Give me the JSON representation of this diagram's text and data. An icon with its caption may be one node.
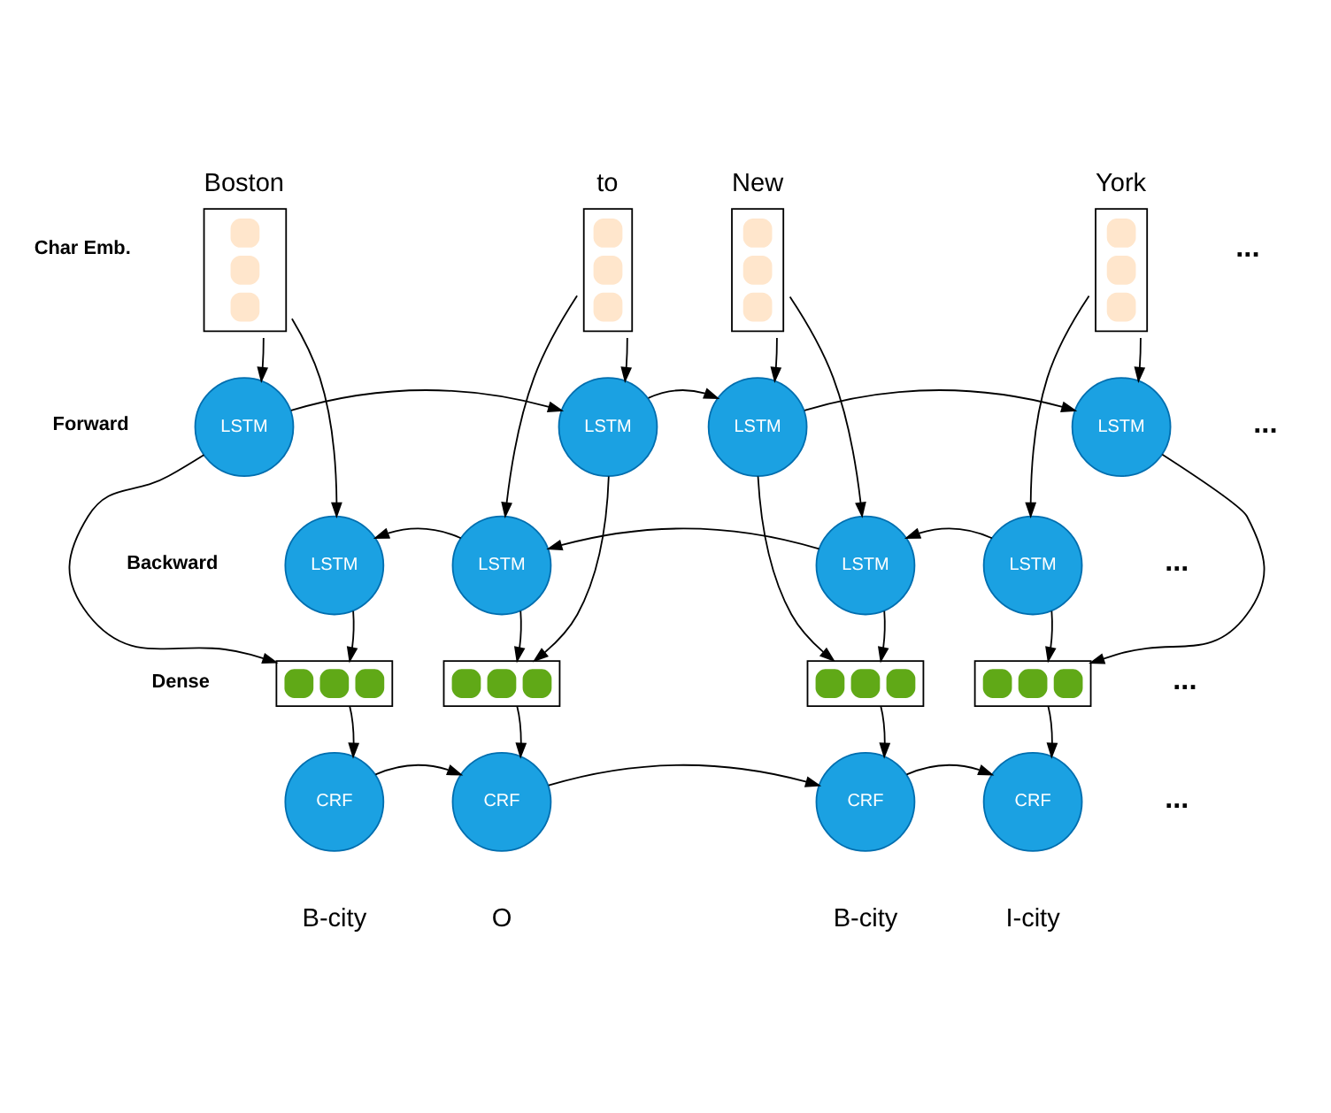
{
  "diagram": {
    "nodes": [
      {
        "text": [
          "Boston"
        ]
      },
      {
        "text": [
          "to"
        ]
      },
      {
        "text": [
          "New"
        ]
      },
      {
        "text": [
          "York"
        ]
      },
      {
        "text": [
          "LSTM"
        ]
      },
      {
        "text": [
          "LSTM"
        ]
      },
      {
        "text": [
          "LSTM"
        ]
      },
      {
        "text": [
          "LSTM"
        ]
      },
      {
        "text": [
          "LSTM"
        ]
      },
      {
        "text": [
          "LSTM"
        ]
      },
      {
        "text": [
          "LSTM"
        ]
      },
      {
        "text": [
          "LSTM"
        ]
      },
      {
        "text": [],
        "shape": "box"
      },
      {
        "text": [],
        "shape": "box"
      },
      {
        "text": [],
        "shape": "box"
      },
      {
        "text": [],
        "shape": "box"
      },
      {
        "text": [
          "CRF"
        ],
        "beside": [
          "B-city"
        ]
      },
      {
        "text": [
          "CRF"
        ],
        "beside": [
          "O"
        ]
      },
      {
        "text": [
          "CRF"
        ],
        "beside": [
          "B-city"
        ]
      },
      {
        "text": [
          "CRF"
        ],
        "beside": [
          "I-city"
        ]
      }
    ],
    "edges": [
      {
        "from": 0,
        "to": 4,
        "arrow": "to"
      },
      {
        "from": 0,
        "to": 8,
        "arrow": "to"
      },
      {
        "from": 1,
        "to": 5,
        "arrow": "to"
      },
      {
        "from": 1,
        "to": 9,
        "arrow": "to"
      },
      {
        "from": 2,
        "to": 6,
        "arrow": "to"
      },
      {
        "from": 2,
        "to": 10,
        "arrow": "to"
      },
      {
        "from": 3,
        "to": 7,
        "arrow": "to"
      },
      {
        "from": 3,
        "to": 11,
        "arrow": "to"
      },
      {
        "from": 4,
        "to": 5,
        "arrow": "to"
      },
      {
        "from": 5,
        "to": 6,
        "arrow": "to"
      },
      {
        "from": 6,
        "to": 7,
        "arrow": "to"
      },
      {
        "from": 9,
        "to": 8,
        "arrow": "to"
      },
      {
        "from": 10,
        "to": 9,
        "arrow": "to"
      },
      {
        "from": 11,
        "to": 10,
        "arrow": "to"
      },
      {
        "from": 4,
        "to": 12,
        "arrow": "to"
      },
      {
        "from": 8,
        "to": 12,
        "arrow": "to"
      },
      {
        "from": 5,
        "to": 13,
        "arrow": "to"
      },
      {
        "from": 9,
        "to": 13,
        "arrow": "to"
      },
      {
        "from": 6,
        "to": 14,
        "arrow": "to"
      },
      {
        "from": 10,
        "to": 14,
        "arrow": "to"
      },
      {
        "from": 7,
        "to": 15,
        "arrow": "to"
      },
      {
        "from": 11,
        "to": 15,
        "arrow": "to"
      },
      {
        "from": 12,
        "to": 16,
        "arrow": "to"
      },
      {
        "from": 13,
        "to": 17,
        "arrow": "to"
      },
      {
        "from": 14,
        "to": 18,
        "arrow": "to"
      },
      {
        "from": 15,
        "to": 19,
        "arrow": "to"
      },
      {
        "from": 16,
        "to": 17,
        "arrow": "to"
      },
      {
        "from": 17,
        "to": 18,
        "arrow": "to"
      },
      {
        "from": 18,
        "to": 19,
        "arrow": "to"
      }
    ],
    "labels": [
      "Char Emb.",
      "...",
      "Forward",
      "...",
      "Backward",
      "...",
      "Dense",
      "...",
      "..."
    ]
  }
}
